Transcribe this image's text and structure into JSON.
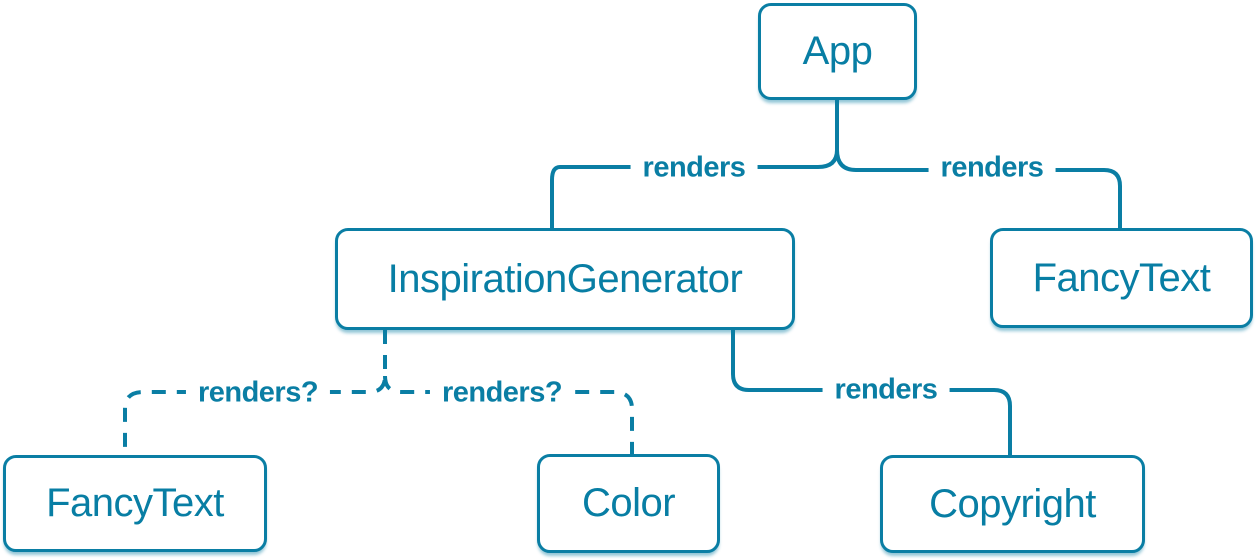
{
  "diagram": {
    "type": "component-render-tree",
    "colors": {
      "accent": "#0a7ea4",
      "node_text": "#087ea4",
      "background": "#ffffff"
    },
    "nodes": [
      {
        "id": "app",
        "label": "App"
      },
      {
        "id": "inspiration-generator",
        "label": "InspirationGenerator"
      },
      {
        "id": "fancy-text-top",
        "label": "FancyText"
      },
      {
        "id": "fancy-text-bottom",
        "label": "FancyText"
      },
      {
        "id": "color",
        "label": "Color"
      },
      {
        "id": "copyright",
        "label": "Copyright"
      }
    ],
    "edges": [
      {
        "from": "App",
        "to": "InspirationGenerator",
        "label": "renders",
        "style": "solid"
      },
      {
        "from": "App",
        "to": "FancyText",
        "label": "renders",
        "style": "solid"
      },
      {
        "from": "InspirationGenerator",
        "to": "FancyText",
        "label": "renders?",
        "style": "dashed"
      },
      {
        "from": "InspirationGenerator",
        "to": "Color",
        "label": "renders?",
        "style": "dashed"
      },
      {
        "from": "InspirationGenerator",
        "to": "Copyright",
        "label": "renders",
        "style": "solid"
      }
    ]
  }
}
